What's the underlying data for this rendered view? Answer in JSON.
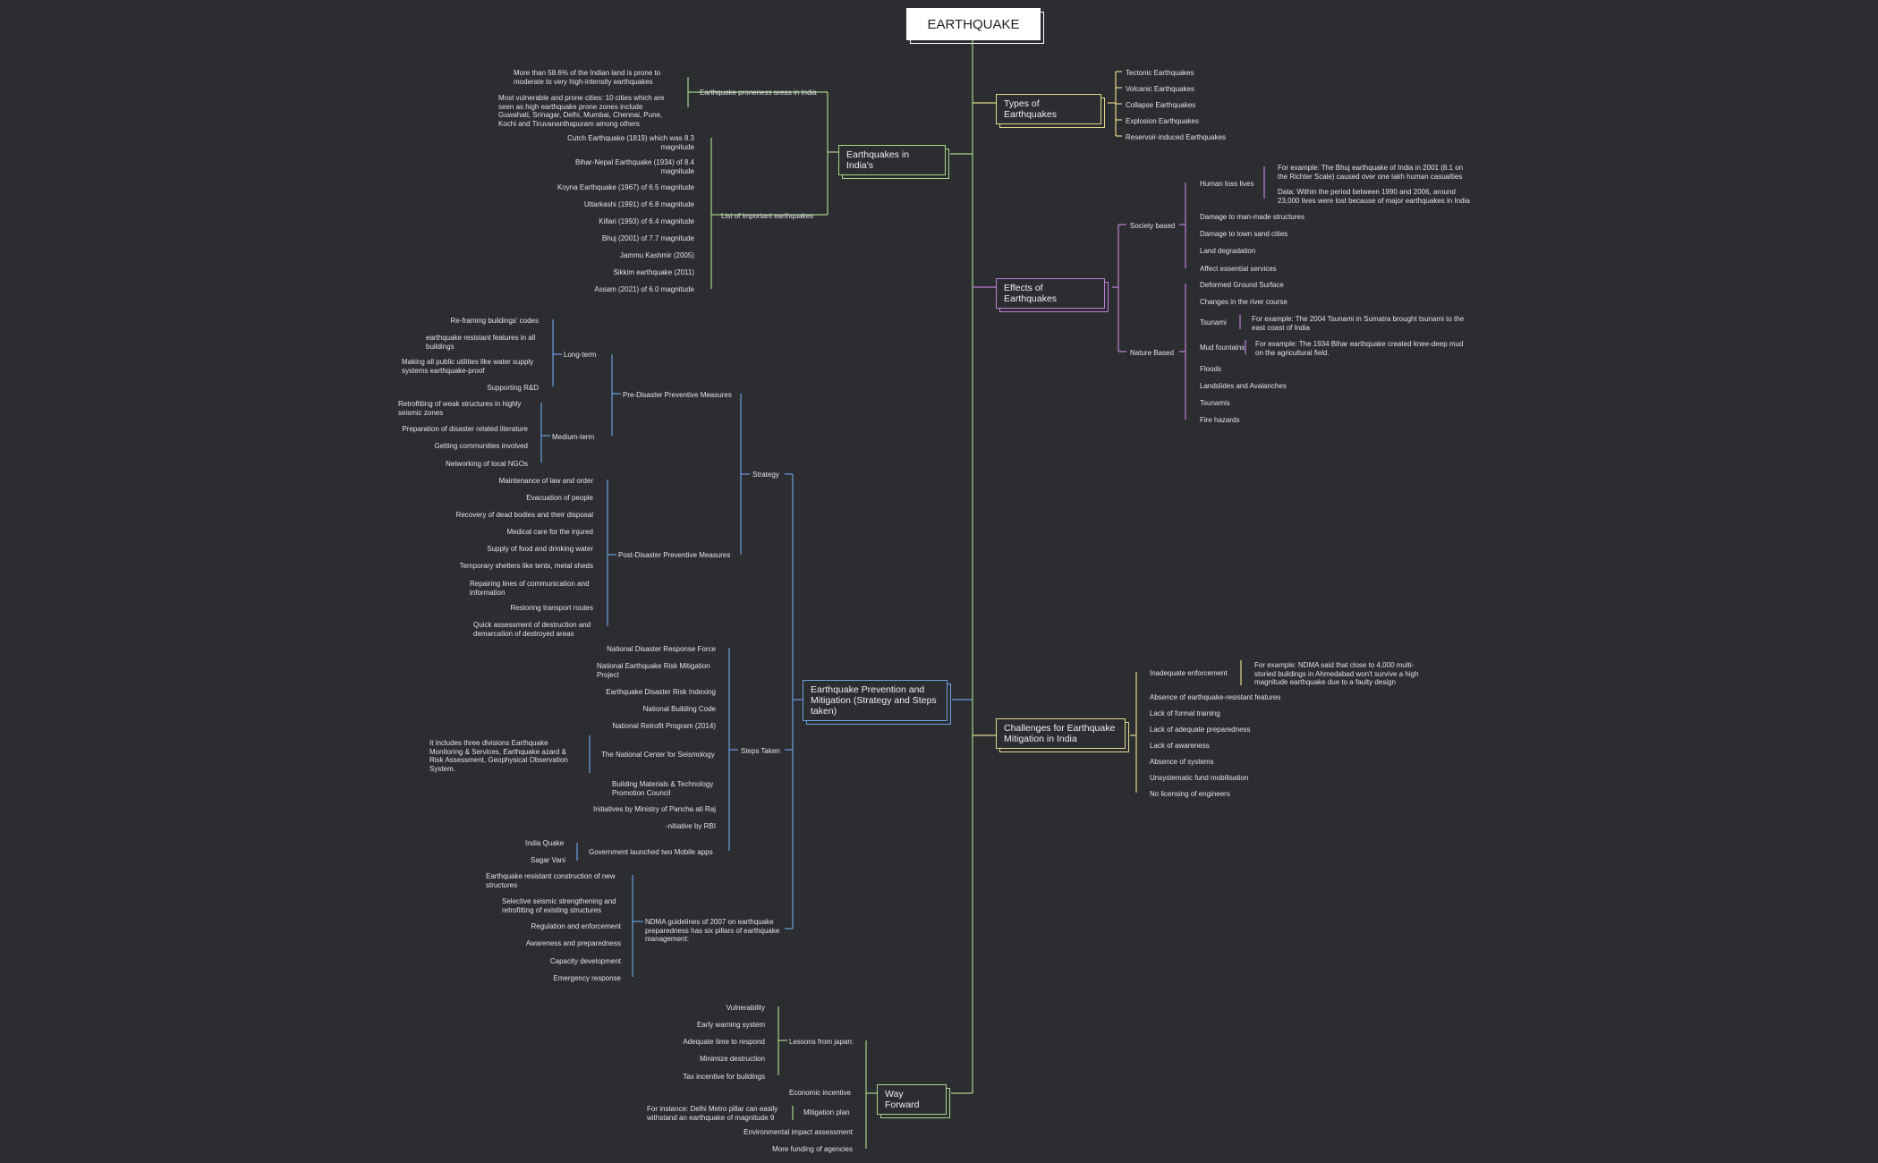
{
  "root": "EARTHQUAKE",
  "branches": {
    "types": "Types of Earthquakes",
    "india": "Earthquakes in India's",
    "effects": "Effects of Earthquakes",
    "prevention": "Earthquake Prevention and Mitigation (Strategy and Steps taken)",
    "challenges": "Challenges for Earthquake Mitigation in India",
    "way": "Way Forward"
  },
  "types_items": [
    "Tectonic Earthquakes",
    "Volcanic Earthquakes",
    "Collapse Earthquakes",
    "Explosion Earthquakes",
    "Reservoir-induced Earthquakes"
  ],
  "india": {
    "proneness": "Earthquake proneness areas in India",
    "proneness_items": [
      "More than 58.6% of the Indian land is prone to moderate to very high-intensity earthquakes",
      "Most vulnerable and prone cities: 10 cities which are seen as high earthquake prone zones include Guwahati, Srinagar, Delhi, Mumbai, Chennai, Pune, Kochi and Tiruvananthapuram among others"
    ],
    "list": "List of important earthquakes",
    "list_items": [
      "Cutch Earthquake (1819) which was 8.3 magnitude",
      "Bihar-Nepal Earthquake (1934) of 8.4 magnitude",
      "Koyna Earthquake (1967) of 6.5 magnitude",
      "Uttarkashi (1991) of 6.8 magnitude",
      "Killari (1993) of 6.4 magnitude",
      "Bhuj (2001) of 7.7 magnitude",
      "Jammu Kashmir (2005)",
      "Sikkim earthquake (2011)",
      "Assam (2021) of 6.0 magnitude"
    ]
  },
  "effects": {
    "society": "Society based",
    "human": "Human loss lives",
    "human_items": [
      "For example: The Bhuj earthquake of India in 2001 (8.1 on the Richter Scale) caused over one lakh human casualties",
      "Data: Within the period between 1990 and 2006, around 23,000 lives were lost because of major earthquakes in India"
    ],
    "society_items": [
      "Damage to man-made structures",
      "Damage to town sand cities",
      "Land degradation",
      "Affect essential services"
    ],
    "nature": "Nature Based",
    "nature_items": [
      "Deformed Ground Surface",
      "Changes in the river course"
    ],
    "tsunami": "Tsunami",
    "tsunami_ex": "For example: The 2004 Tsunami in Sumatra brought tsunami to the east coast of India",
    "mud": "Mud fountains",
    "mud_ex": "For example: The 1934 Bihar earthquake created knee-deep mud on the agricultural field.",
    "nature_items2": [
      "Floods",
      "Landslides and Avalanches",
      "Tsunamis",
      "Fire hazards"
    ]
  },
  "prevention": {
    "strategy": "Strategy",
    "pre": "Pre-Disaster Preventive Measures",
    "long": "Long-term",
    "long_items": [
      "Re-framing buildings' codes",
      "earthquake resistant features in all buildings",
      "Making all public utilities like water supply systems earthquake-proof",
      "Supporting R&D"
    ],
    "medium": "Medium-term",
    "medium_items": [
      "Retrofitting of weak structures in highly seismic zones",
      "Preparation of disaster related literature",
      "Getting communities involved",
      "Networking of local NGOs"
    ],
    "post": "Post-Disaster Preventive Measures",
    "post_items": [
      "Maintenance of law and order",
      "Evacuation of people",
      "Recovery of dead bodies and their disposal",
      "Medical care for the injured",
      "Supply of food and drinking water",
      "Temporary shelters like tents, metal sheds",
      "Repairing lines of communication and information",
      "Restoring transport routes",
      "Quick assessment of destruction and demarcation of destroyed areas"
    ],
    "steps": "Steps Taken",
    "steps_items": [
      "National Disaster Response Force",
      "National  Earthquake Risk Mitigation Project",
      "Earthquake Disaster Risk Indexing",
      "National Building Code",
      "National  Retrofit Program (2014)"
    ],
    "seismo": "The National  Center for Seismology",
    "seismo_ex": "It includes three divisions Earthquake Monitoring & Services, Earthquake   azard & Risk Assessment, Geophysical Observation System.",
    "steps_items2": [
      "Building Materials & Technology Promotion Council",
      "Initiatives by Ministry of Pancha ati Raj",
      "-nitiative by RBI"
    ],
    "apps": "Government launched two Mobile apps",
    "apps_items": [
      "India Quake",
      "Sagar Vani"
    ],
    "ndma": "NDMA guidelines of 2007 on earthquake preparedness has six pillars of earthquake management:",
    "ndma_items": [
      "Earthquake resistant construction of new structures",
      "Selective seismic strengthening and retrofitting of existing structures",
      "Regulation and enforcement",
      "Awareness and preparedness",
      "Capacity development",
      "Emergency response"
    ]
  },
  "challenges": {
    "inadequate": "Inadequate enforcement",
    "inadequate_ex": "For example: NDMA said that close to 4,000 multi-storied buildings in Ahmedabad won't survive a high magnitude earthquake due to a faulty design",
    "items": [
      "Absence of earthquake-resistant features",
      "Lack of formal training",
      "Lack of adequate preparedness",
      "Lack of awareness",
      "Absence of systems",
      "Unsystematic fund mobilisation",
      "No licensing of engineers"
    ]
  },
  "way": {
    "lessons": "Lessons from japan:",
    "lessons_items": [
      "Vulnerability",
      "Early warning system",
      "Adequate time to respond",
      "Minimize destruction",
      "Tax incentive for buildings"
    ],
    "economic": "Economic incentive",
    "mitigation": "Mitigation plan",
    "mitigation_ex": "For instance: Delhi Metro pillar can easily withstand an earthquake of magnitude 9",
    "items": [
      "Environmental impact assessment",
      "More funding of agencies"
    ]
  },
  "colors": {
    "green": "#a6d58b",
    "yellow": "#e3d78d",
    "purple": "#c07fd6",
    "blue": "#6d9fdf",
    "background": "#2c2d31"
  }
}
